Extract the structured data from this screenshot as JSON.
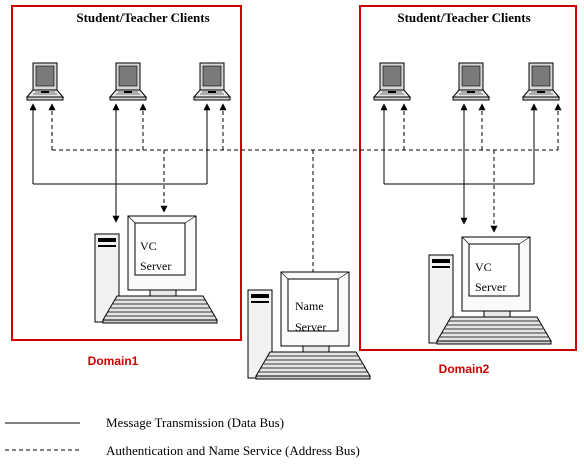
{
  "domains": [
    {
      "title": "Student/Teacher Clients",
      "label": "Domain1",
      "server_line1": "VC",
      "server_line2": "Server"
    },
    {
      "title": "Student/Teacher Clients",
      "label": "Domain2",
      "server_line1": "VC",
      "server_line2": "Server"
    }
  ],
  "name_server": {
    "line1": "Name",
    "line2": "Server"
  },
  "legend": {
    "solid": "Message Transmission (Data Bus)",
    "dashed": "Authentication and Name Service (Address Bus)"
  },
  "colors": {
    "domain_border": "#cc0000",
    "domain_label": "#cc0000",
    "line": "#000000"
  },
  "icons": [
    "laptop-icon",
    "workstation-icon"
  ]
}
